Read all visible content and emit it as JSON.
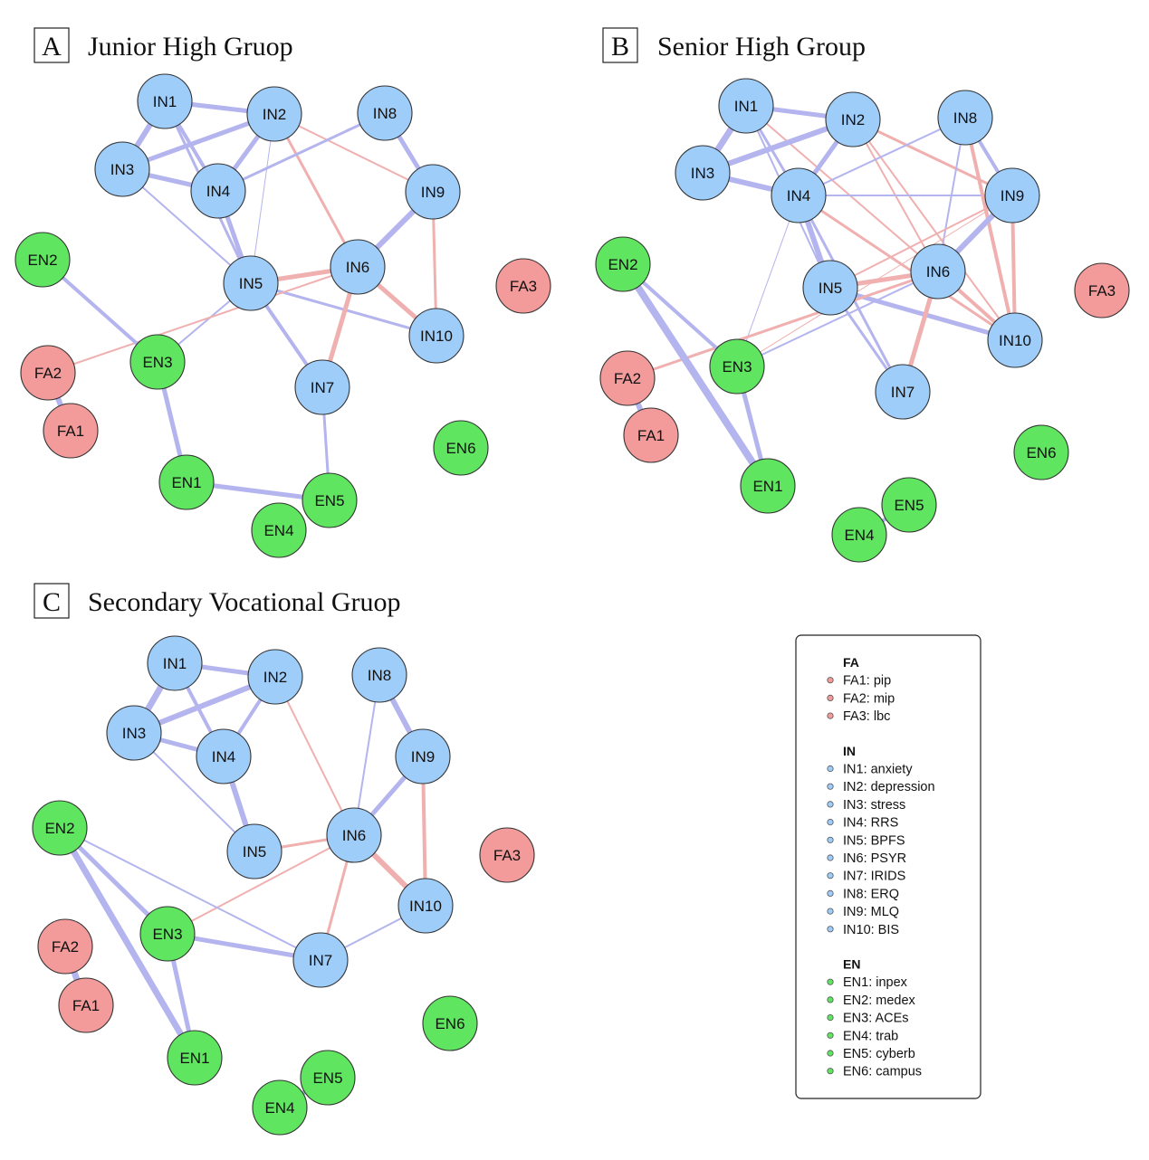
{
  "colors": {
    "FA": "#f39a9a",
    "IN": "#9ecdfa",
    "EN": "#5fe55f",
    "positive_edge": "#b4b4ee",
    "negative_edge": "#f0b0b0",
    "node_stroke": "#333333"
  },
  "panels": [
    {
      "letter": "A",
      "title": "Junior High Gruop",
      "edges": [
        [
          "IN1",
          "IN2",
          "pos",
          5
        ],
        [
          "IN1",
          "IN3",
          "pos",
          6
        ],
        [
          "IN1",
          "IN4",
          "pos",
          4
        ],
        [
          "IN1",
          "IN5",
          "pos",
          3
        ],
        [
          "IN2",
          "IN3",
          "pos",
          5
        ],
        [
          "IN2",
          "IN4",
          "pos",
          5
        ],
        [
          "IN2",
          "IN5",
          "pos",
          1
        ],
        [
          "IN2",
          "IN6",
          "neg",
          3
        ],
        [
          "IN2",
          "IN9",
          "neg",
          2
        ],
        [
          "IN3",
          "IN4",
          "pos",
          5
        ],
        [
          "IN3",
          "IN5",
          "pos",
          2
        ],
        [
          "IN4",
          "IN5",
          "pos",
          5
        ],
        [
          "IN4",
          "IN8",
          "pos",
          3
        ],
        [
          "IN8",
          "IN9",
          "pos",
          5
        ],
        [
          "IN9",
          "IN6",
          "pos",
          6
        ],
        [
          "IN9",
          "IN10",
          "neg",
          3
        ],
        [
          "IN5",
          "IN6",
          "neg",
          5
        ],
        [
          "IN5",
          "IN10",
          "pos",
          3
        ],
        [
          "IN6",
          "IN10",
          "neg",
          5
        ],
        [
          "IN5",
          "IN7",
          "pos",
          4
        ],
        [
          "IN6",
          "IN7",
          "neg",
          5
        ],
        [
          "IN5",
          "EN3",
          "pos",
          2
        ],
        [
          "IN6",
          "FA2",
          "neg",
          2
        ],
        [
          "EN2",
          "EN3",
          "pos",
          4
        ],
        [
          "EN3",
          "EN1",
          "pos",
          5
        ],
        [
          "EN1",
          "EN5",
          "pos",
          5
        ],
        [
          "IN7",
          "EN5",
          "pos",
          3
        ],
        [
          "FA2",
          "FA1",
          "pos",
          6
        ]
      ]
    },
    {
      "letter": "B",
      "title": "Senior High Group",
      "edges": [
        [
          "IN1",
          "IN2",
          "pos",
          5
        ],
        [
          "IN1",
          "IN3",
          "pos",
          7
        ],
        [
          "IN1",
          "IN4",
          "pos",
          3
        ],
        [
          "IN1",
          "IN5",
          "pos",
          2
        ],
        [
          "IN1",
          "IN6",
          "neg",
          2
        ],
        [
          "IN2",
          "IN3",
          "pos",
          6
        ],
        [
          "IN2",
          "IN4",
          "pos",
          5
        ],
        [
          "IN2",
          "IN6",
          "neg",
          2
        ],
        [
          "IN2",
          "IN9",
          "neg",
          3
        ],
        [
          "IN2",
          "IN10",
          "neg",
          2
        ],
        [
          "IN3",
          "IN4",
          "pos",
          6
        ],
        [
          "IN4",
          "IN5",
          "pos",
          6
        ],
        [
          "IN4",
          "IN9",
          "pos",
          2
        ],
        [
          "IN4",
          "IN10",
          "neg",
          3
        ],
        [
          "IN4",
          "IN7",
          "pos",
          3
        ],
        [
          "IN4",
          "EN3",
          "pos",
          1
        ],
        [
          "IN8",
          "IN4",
          "pos",
          2
        ],
        [
          "IN8",
          "IN6",
          "pos",
          2
        ],
        [
          "IN8",
          "IN9",
          "pos",
          4
        ],
        [
          "IN8",
          "IN10",
          "neg",
          4
        ],
        [
          "IN9",
          "IN6",
          "pos",
          6
        ],
        [
          "IN9",
          "IN10",
          "neg",
          4
        ],
        [
          "IN9",
          "IN5",
          "neg",
          2
        ],
        [
          "IN9",
          "EN3",
          "neg",
          1
        ],
        [
          "IN5",
          "IN6",
          "neg",
          5
        ],
        [
          "IN5",
          "IN10",
          "pos",
          5
        ],
        [
          "IN5",
          "IN7",
          "pos",
          3
        ],
        [
          "IN6",
          "IN10",
          "neg",
          4
        ],
        [
          "IN6",
          "IN7",
          "neg",
          5
        ],
        [
          "IN6",
          "FA2",
          "neg",
          3
        ],
        [
          "IN6",
          "EN3",
          "pos",
          2
        ],
        [
          "EN2",
          "EN1",
          "pos",
          8
        ],
        [
          "EN2",
          "EN3",
          "pos",
          4
        ],
        [
          "EN3",
          "EN1",
          "pos",
          5
        ],
        [
          "EN5",
          "EN4",
          "pos",
          4
        ],
        [
          "FA2",
          "FA1",
          "pos",
          6
        ]
      ]
    },
    {
      "letter": "C",
      "title": "Secondary Vocational  Gruop",
      "edges": [
        [
          "IN1",
          "IN2",
          "pos",
          5
        ],
        [
          "IN1",
          "IN3",
          "pos",
          7
        ],
        [
          "IN1",
          "IN4",
          "pos",
          4
        ],
        [
          "IN2",
          "IN3",
          "pos",
          6
        ],
        [
          "IN2",
          "IN4",
          "pos",
          4
        ],
        [
          "IN2",
          "IN6",
          "neg",
          2
        ],
        [
          "IN3",
          "IN4",
          "pos",
          5
        ],
        [
          "IN3",
          "IN5",
          "pos",
          2
        ],
        [
          "IN4",
          "IN5",
          "pos",
          6
        ],
        [
          "IN8",
          "IN9",
          "pos",
          6
        ],
        [
          "IN8",
          "IN6",
          "pos",
          2
        ],
        [
          "IN9",
          "IN6",
          "pos",
          5
        ],
        [
          "IN9",
          "IN10",
          "neg",
          4
        ],
        [
          "IN5",
          "IN6",
          "neg",
          3
        ],
        [
          "IN6",
          "IN10",
          "neg",
          6
        ],
        [
          "IN6",
          "IN7",
          "neg",
          3
        ],
        [
          "IN6",
          "EN3",
          "neg",
          2
        ],
        [
          "IN10",
          "IN7",
          "pos",
          2
        ],
        [
          "EN3",
          "IN7",
          "pos",
          5
        ],
        [
          "EN2",
          "EN1",
          "pos",
          7
        ],
        [
          "EN2",
          "EN3",
          "pos",
          5
        ],
        [
          "EN2",
          "IN7",
          "pos",
          2
        ],
        [
          "EN3",
          "EN1",
          "pos",
          5
        ],
        [
          "EN4",
          "EN5",
          "pos",
          5
        ],
        [
          "FA2",
          "FA1",
          "pos",
          7
        ]
      ]
    }
  ],
  "legend": {
    "groups": [
      {
        "heading": "FA",
        "color": "#f39a9a",
        "items": [
          "FA1: pip",
          "FA2: mip",
          "FA3: lbc"
        ]
      },
      {
        "heading": "IN",
        "color": "#9ecdfa",
        "items": [
          "IN1: anxiety",
          "IN2: depression",
          "IN3: stress",
          "IN4: RRS",
          "IN5: BPFS",
          "IN6: PSYR",
          "IN7: IRIDS",
          "IN8: ERQ",
          "IN9: MLQ",
          "IN10: BIS"
        ]
      },
      {
        "heading": "EN",
        "color": "#5fe55f",
        "items": [
          "EN1: inpex",
          "EN2: medex",
          "EN3: ACEs",
          "EN4: trab",
          "EN5: cyberb",
          "EN6: campus"
        ]
      }
    ]
  }
}
